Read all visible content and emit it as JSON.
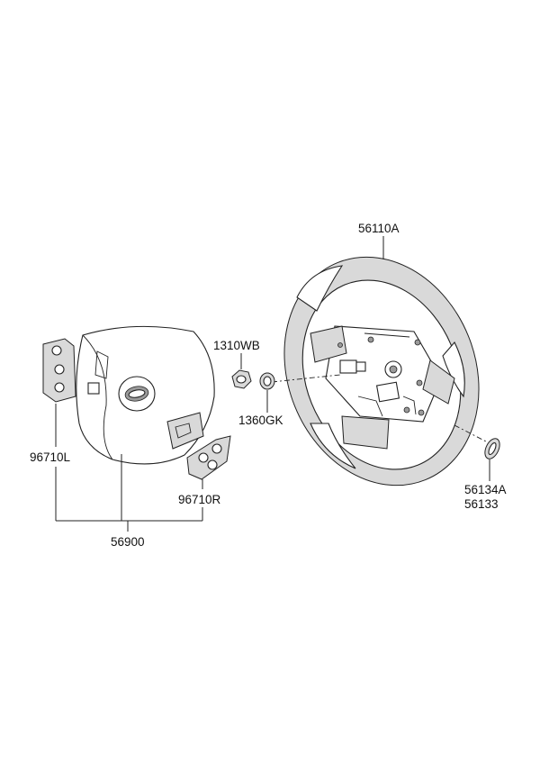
{
  "parts": {
    "wheel": "56110A",
    "nut": "1310WB",
    "washer": "1360GK",
    "switch_left": "96710L",
    "switch_right": "96710R",
    "airbag_module": "56900",
    "clip_a": "56134A",
    "clip_b": "56133"
  },
  "icons": {
    "wheel": "steering-wheel-icon",
    "airbag": "airbag-module-icon",
    "switch_left": "left-switch-icon",
    "switch_right": "right-switch-icon",
    "nut": "hex-nut-icon",
    "washer": "washer-icon",
    "clip": "clip-ring-icon"
  }
}
